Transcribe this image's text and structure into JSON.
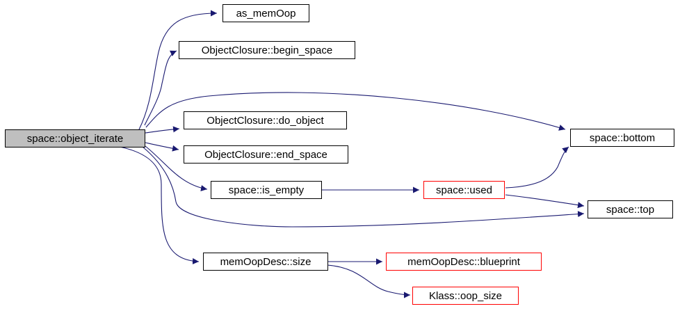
{
  "colors": {
    "edge": "#191970",
    "root_fill": "#bfbfbf",
    "node_border": "#000000",
    "truncated_border": "#ff0000",
    "background": "#ffffff"
  },
  "nodes": {
    "object_iterate": {
      "label": "space::object_iterate",
      "style": "root"
    },
    "as_memOop": {
      "label": "as_memOop",
      "style": "normal"
    },
    "begin_space": {
      "label": "ObjectClosure::begin_space",
      "style": "normal"
    },
    "do_object": {
      "label": "ObjectClosure::do_object",
      "style": "normal"
    },
    "end_space": {
      "label": "ObjectClosure::end_space",
      "style": "normal"
    },
    "is_empty": {
      "label": "space::is_empty",
      "style": "normal"
    },
    "used": {
      "label": "space::used",
      "style": "truncated"
    },
    "bottom": {
      "label": "space::bottom",
      "style": "normal"
    },
    "top": {
      "label": "space::top",
      "style": "normal"
    },
    "size": {
      "label": "memOopDesc::size",
      "style": "normal"
    },
    "blueprint": {
      "label": "memOopDesc::blueprint",
      "style": "truncated"
    },
    "oop_size": {
      "label": "Klass::oop_size",
      "style": "truncated"
    }
  },
  "edges": [
    {
      "from": "object_iterate",
      "to": "as_memOop"
    },
    {
      "from": "object_iterate",
      "to": "begin_space"
    },
    {
      "from": "object_iterate",
      "to": "bottom"
    },
    {
      "from": "object_iterate",
      "to": "do_object"
    },
    {
      "from": "object_iterate",
      "to": "end_space"
    },
    {
      "from": "object_iterate",
      "to": "is_empty"
    },
    {
      "from": "object_iterate",
      "to": "top"
    },
    {
      "from": "object_iterate",
      "to": "size"
    },
    {
      "from": "is_empty",
      "to": "used"
    },
    {
      "from": "used",
      "to": "bottom"
    },
    {
      "from": "used",
      "to": "top"
    },
    {
      "from": "size",
      "to": "blueprint"
    },
    {
      "from": "size",
      "to": "oop_size"
    }
  ]
}
